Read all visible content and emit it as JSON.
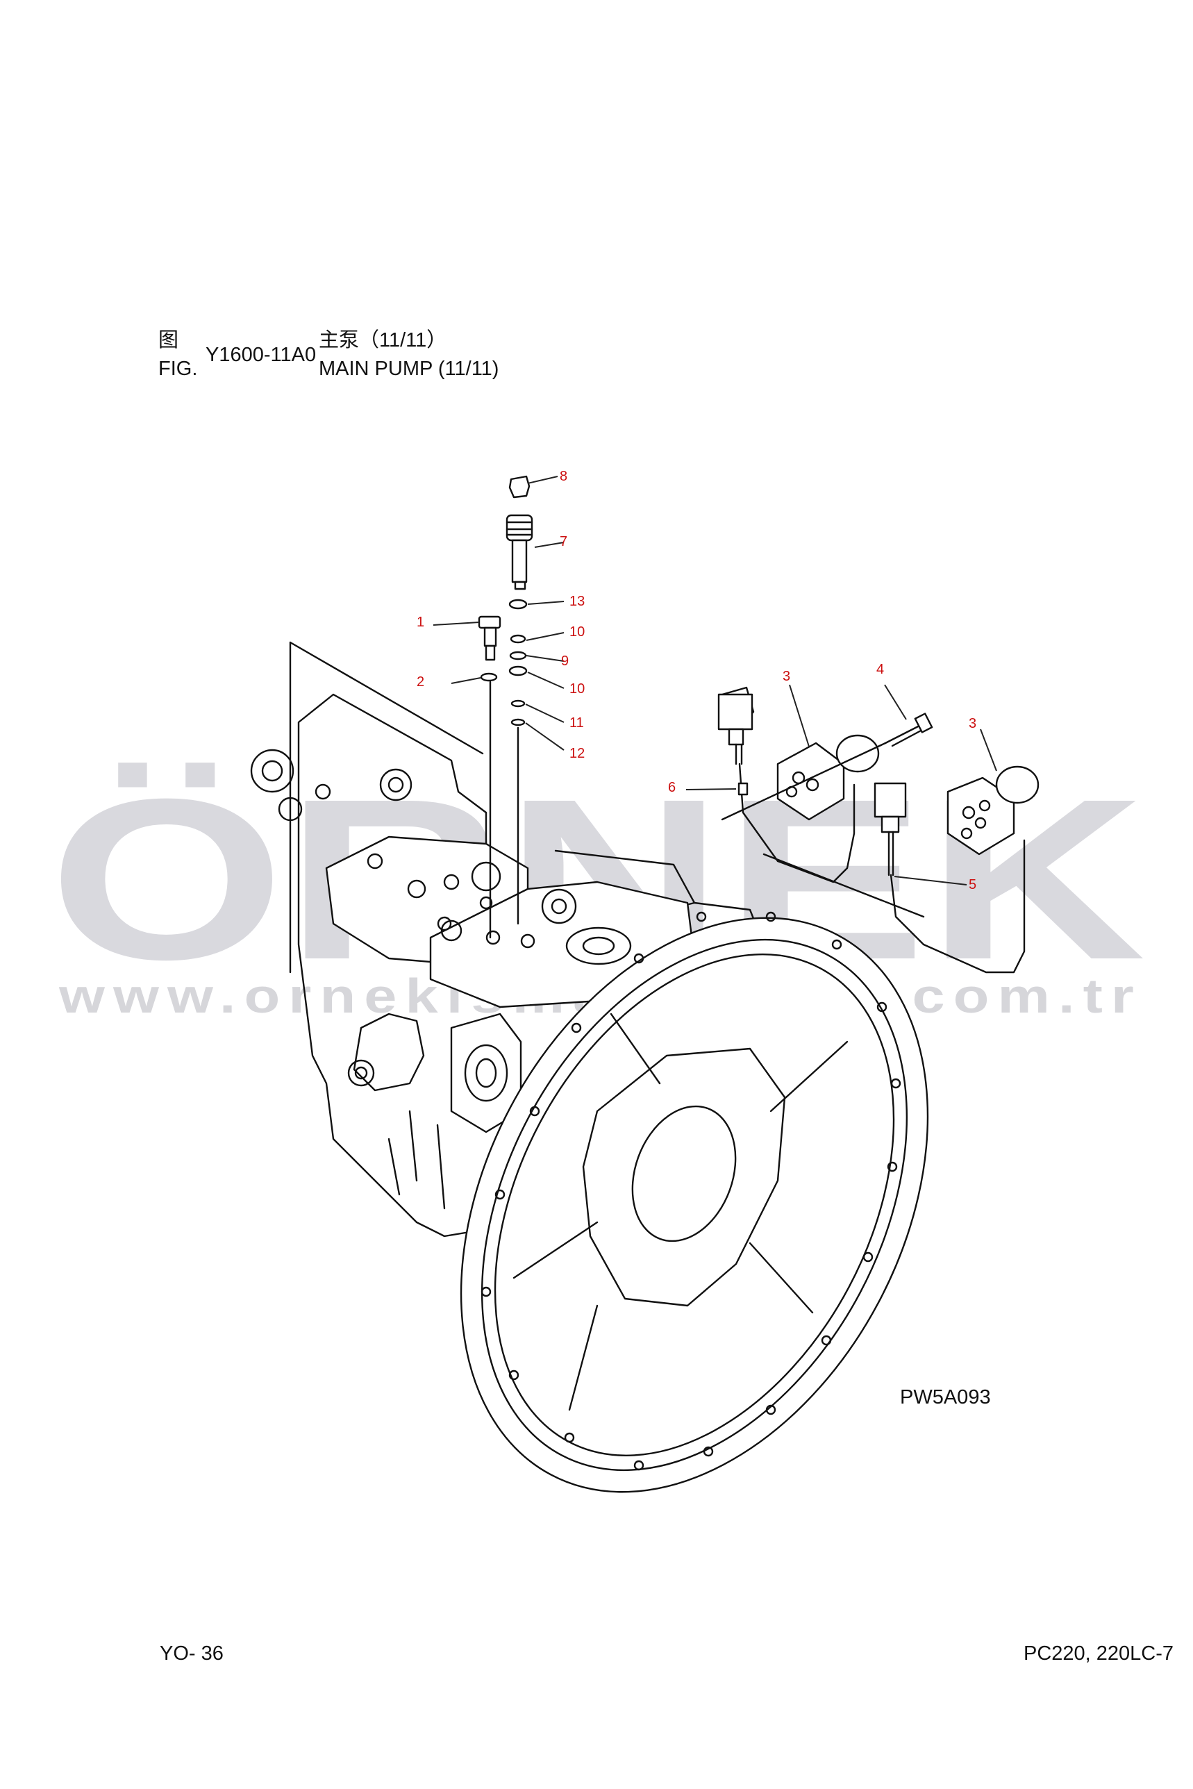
{
  "header": {
    "fig_cn": "图",
    "fig_en": "FIG.",
    "fig_code": "Y1600-11A0",
    "title_cn": "主泵（11/11）",
    "title_en": "MAIN PUMP (11/11)"
  },
  "watermark": {
    "brand": "ÖRNEK",
    "url": "www.ornekismakinalari.com.tr"
  },
  "callouts": [
    "8",
    "7",
    "13",
    "1",
    "10",
    "9",
    "2",
    "10",
    "11",
    "12",
    "3",
    "4",
    "3",
    "6",
    "5"
  ],
  "drawing_id": "PW5A093",
  "footer": {
    "page": "YO- 36",
    "model": "PC220, 220LC-7"
  },
  "colors": {
    "callout": "#cc1111",
    "line": "#111111",
    "watermark": "#d9d9de"
  }
}
